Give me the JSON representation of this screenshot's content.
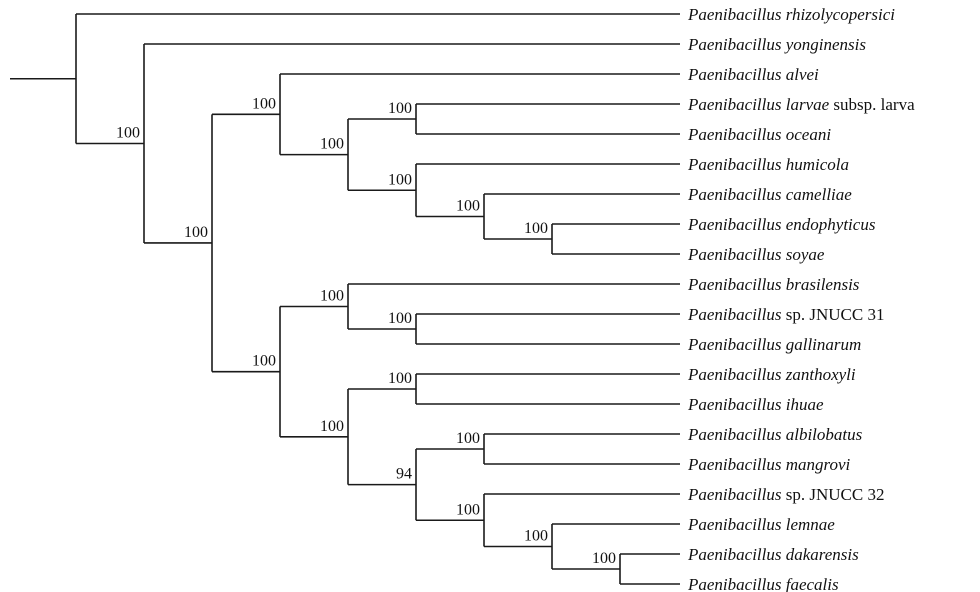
{
  "highlight_color": "#e8161b",
  "text_color": "#111111",
  "taxa": [
    {
      "genus": "Paenibacillus",
      "epithet": "rhizolycopersici",
      "qualifier": "",
      "highlight": false
    },
    {
      "genus": "Paenibacillus",
      "epithet": "yonginensis",
      "qualifier": "",
      "highlight": false
    },
    {
      "genus": "Paenibacillus",
      "epithet": "alvei",
      "qualifier": "",
      "highlight": false
    },
    {
      "genus": "Paenibacillus",
      "epithet": "larvae",
      "qualifier": "subsp. larva",
      "highlight": false
    },
    {
      "genus": "Paenibacillus",
      "epithet": "oceani",
      "qualifier": "",
      "highlight": false
    },
    {
      "genus": "Paenibacillus",
      "epithet": "humicola",
      "qualifier": "",
      "highlight": false
    },
    {
      "genus": "Paenibacillus",
      "epithet": "camelliae",
      "qualifier": "",
      "highlight": false
    },
    {
      "genus": "Paenibacillus",
      "epithet": "endophyticus",
      "qualifier": "",
      "highlight": false
    },
    {
      "genus": "Paenibacillus",
      "epithet": "soyae",
      "qualifier": "",
      "highlight": false
    },
    {
      "genus": "Paenibacillus",
      "epithet": "brasilensis",
      "qualifier": "",
      "highlight": false
    },
    {
      "genus": "Paenibacillus",
      "epithet": "",
      "qualifier": "sp. JNUCC 31",
      "highlight": true
    },
    {
      "genus": "Paenibacillus",
      "epithet": "gallinarum",
      "qualifier": "",
      "highlight": false
    },
    {
      "genus": "Paenibacillus",
      "epithet": "zanthoxyli",
      "qualifier": "",
      "highlight": false
    },
    {
      "genus": "Paenibacillus",
      "epithet": "ihuae",
      "qualifier": "",
      "highlight": false
    },
    {
      "genus": "Paenibacillus",
      "epithet": "albilobatus",
      "qualifier": "",
      "highlight": false
    },
    {
      "genus": "Paenibacillus",
      "epithet": "mangrovi",
      "qualifier": "",
      "highlight": false
    },
    {
      "genus": "Paenibacillus",
      "epithet": "",
      "qualifier": "sp. JNUCC 32",
      "highlight": false
    },
    {
      "genus": "Paenibacillus",
      "epithet": "lemnae",
      "qualifier": "",
      "highlight": false
    },
    {
      "genus": "Paenibacillus",
      "epithet": "dakarensis",
      "qualifier": "",
      "highlight": false
    },
    {
      "genus": "Paenibacillus",
      "epithet": "faecalis",
      "qualifier": "",
      "highlight": false
    }
  ],
  "tree": {
    "children": [
      {
        "leaf": 0
      },
      {
        "support": "100",
        "children": [
          {
            "leaf": 1
          },
          {
            "support": "100",
            "children": [
              {
                "support": "100",
                "children": [
                  {
                    "leaf": 2
                  },
                  {
                    "support": "100",
                    "children": [
                      {
                        "support": "100",
                        "children": [
                          {
                            "leaf": 3
                          },
                          {
                            "leaf": 4
                          }
                        ]
                      },
                      {
                        "support": "100",
                        "children": [
                          {
                            "leaf": 5
                          },
                          {
                            "support": "100",
                            "children": [
                              {
                                "leaf": 6
                              },
                              {
                                "support": "100",
                                "children": [
                                  {
                                    "leaf": 7
                                  },
                                  {
                                    "leaf": 8
                                  }
                                ]
                              }
                            ]
                          }
                        ]
                      }
                    ]
                  }
                ]
              },
              {
                "support": "100",
                "children": [
                  {
                    "support": "100",
                    "children": [
                      {
                        "leaf": 9
                      },
                      {
                        "support": "100",
                        "children": [
                          {
                            "leaf": 10
                          },
                          {
                            "leaf": 11
                          }
                        ]
                      }
                    ]
                  },
                  {
                    "support": "100",
                    "children": [
                      {
                        "support": "100",
                        "children": [
                          {
                            "leaf": 12
                          },
                          {
                            "leaf": 13
                          }
                        ]
                      },
                      {
                        "support": "94",
                        "children": [
                          {
                            "support": "100",
                            "children": [
                              {
                                "leaf": 14
                              },
                              {
                                "leaf": 15
                              }
                            ]
                          },
                          {
                            "support": "100",
                            "children": [
                              {
                                "leaf": 16
                              },
                              {
                                "support": "100",
                                "children": [
                                  {
                                    "leaf": 17
                                  },
                                  {
                                    "support": "100",
                                    "children": [
                                      {
                                        "leaf": 18
                                      },
                                      {
                                        "leaf": 19
                                      }
                                    ]
                                  }
                                ]
                              }
                            ]
                          }
                        ]
                      }
                    ]
                  }
                ]
              }
            ]
          }
        ]
      }
    ]
  }
}
